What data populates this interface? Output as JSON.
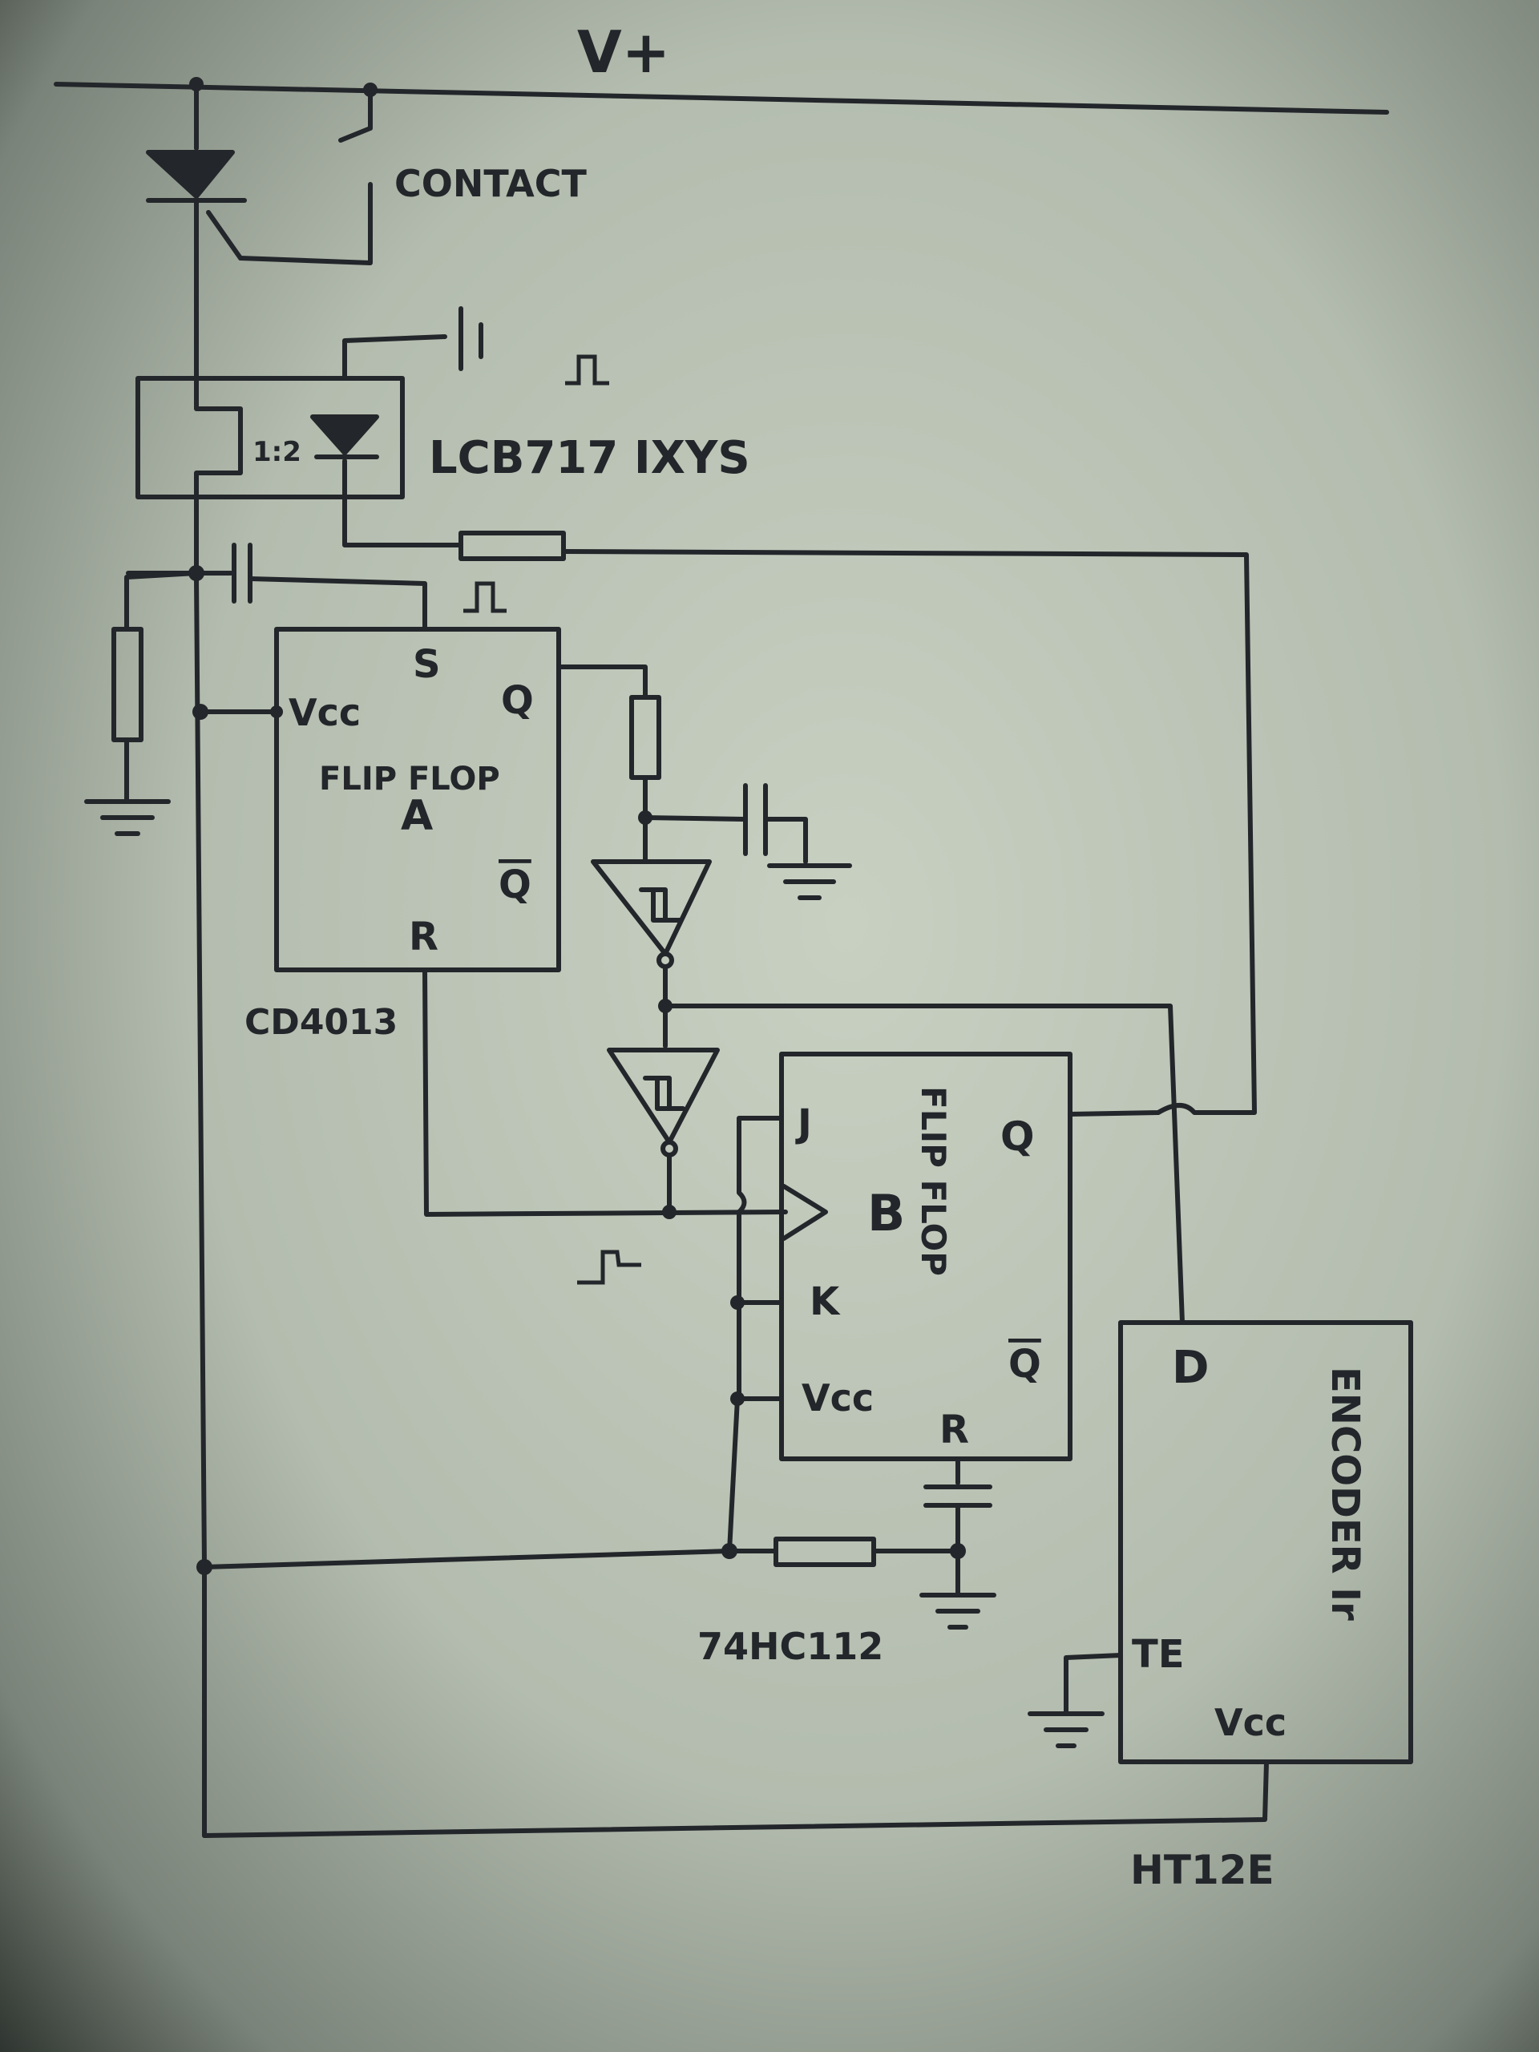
{
  "labels": {
    "supply": "V+",
    "contact": "CONTACT",
    "relay_inner": "1:2",
    "relay": "LCB717 IXYS",
    "ff_a_s": "S",
    "ff_a_q": "Q",
    "ff_a_vcc": "Vcc",
    "ff_a_name": "FLIP FLOP",
    "ff_a_letter": "A",
    "ff_a_qbar": "Q",
    "ff_a_r": "R",
    "ff_a_chip": "CD4013",
    "ff_b_j": "J",
    "ff_b_name": "FLIP FLOP",
    "ff_b_letter": "B",
    "ff_b_q": "Q",
    "ff_b_k": "K",
    "ff_b_vcc": "Vcc",
    "ff_b_qbar": "Q",
    "ff_b_r": "R",
    "ff_b_chip": "74HC112",
    "encoder_d": "D",
    "encoder_name": "ENCODER Ir",
    "encoder_te": "TE",
    "encoder_vcc": "Vcc",
    "encoder_chip": "HT12E"
  },
  "colors": {
    "ink": "#23262a",
    "paper": "#b9c2b4",
    "paper_edge": "#2a302c"
  }
}
